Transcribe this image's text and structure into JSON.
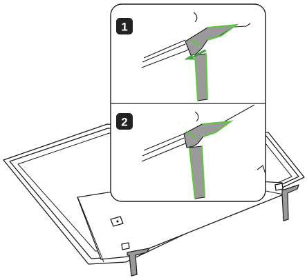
{
  "diagram": {
    "steps": [
      {
        "number": "1"
      },
      {
        "number": "2"
      }
    ],
    "colors": {
      "line": "#1a1a1a",
      "highlight": "#5cc83c",
      "arrow": "#4ab648",
      "badge": "#222222",
      "leg_fill": "#9a9a9a",
      "panel_bg": "#ffffff"
    },
    "icons": [
      "tv-panel-illustration",
      "stand-leg-icon",
      "insert-arrow-icon"
    ]
  }
}
